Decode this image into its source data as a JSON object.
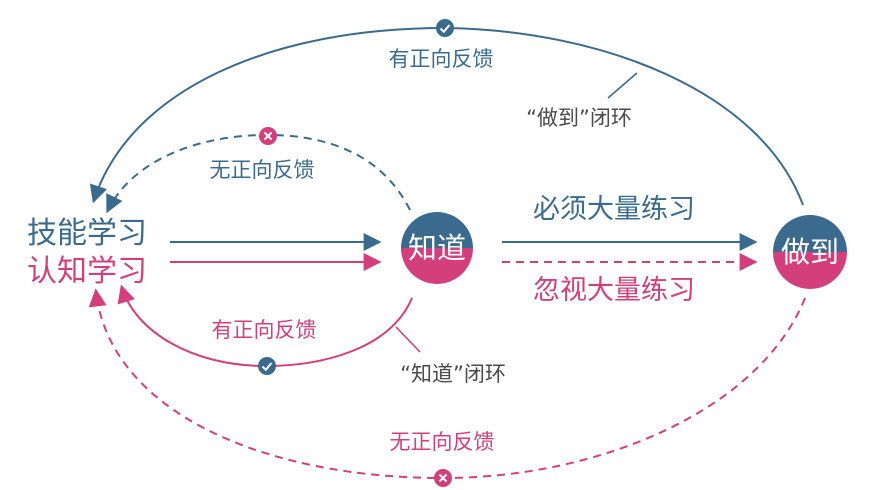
{
  "colors": {
    "blue": "#3a6b8f",
    "pink": "#d23f7c",
    "gray": "#4a4a4a"
  },
  "labels": {
    "skill_learning": "技能学习",
    "cognitive_learning": "认知学习",
    "know": "知道",
    "do": "做到",
    "must_practice": "必须大量练习",
    "ignore_practice": "忽视大量练习",
    "top_feedback": "有正向反馈",
    "do_loop": "“做到”闭环",
    "inner_no_feedback": "无正向反馈",
    "inner_feedback": "有正向反馈",
    "know_loop": "“知道”闭环",
    "bottom_no_feedback": "无正向反馈"
  },
  "icons": {
    "positive": "check-circle-icon",
    "negative": "x-circle-icon"
  }
}
